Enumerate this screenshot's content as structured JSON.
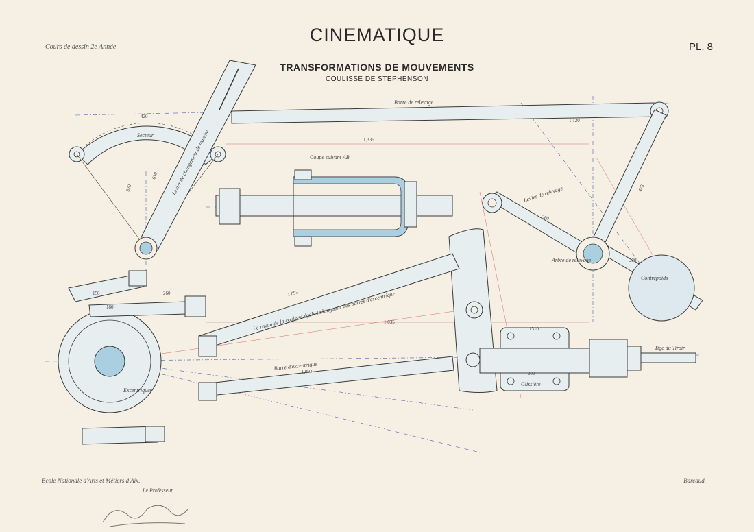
{
  "header": {
    "title": "CINEMATIQUE",
    "course": "Cours de dessin 2e Année",
    "plate": "PL. 8",
    "subtitle": "TRANSFORMATIONS DE MOUVEMENTS",
    "subsubtitle": "COULISSE DE STEPHENSON"
  },
  "labels": {
    "barre_relevage": "Barre de relevage",
    "secteur": "Secteur",
    "levier_changement": "Levier de changement de marche",
    "coupe": "Coupe suivant AB",
    "levier_relevage": "Levier de relevage",
    "arbre": "Arbre de relevage",
    "contrepoids": "Contrepoids",
    "rayon": "Le rayon de la coulisse égale la longueur des barres d'excentrique",
    "barre_excentrique": "Barre d'excentrique",
    "excentriques": "Excentriques",
    "tige_tiroir": "Tige du Tiroir",
    "glissiere": "Glissière"
  },
  "dimensions": {
    "d420_left": "420",
    "d1335": "1,335",
    "d1120": "1,120",
    "d320": "320",
    "d630": "630",
    "d1093_top": "1,093",
    "d1093_bottom": "1,093",
    "d1035": "1,035",
    "d260": "260",
    "d180": "180",
    "d150": "150",
    "d380": "380",
    "d1310": "1310",
    "d475": "475",
    "d200": "200",
    "d230": "230"
  },
  "footer": {
    "school": "Ecole Nationale d'Arts et Métiers d'Aix.",
    "professor": "Le Professeur,",
    "author": "Barcaud."
  },
  "colors": {
    "paper": "#f5efe4",
    "ink": "#3a3a3a",
    "wash_blue": "#a9cfe0",
    "light_wash": "#dde9ee",
    "red_construction": "#d86a6a",
    "blue_construction": "#4b5fb0"
  }
}
